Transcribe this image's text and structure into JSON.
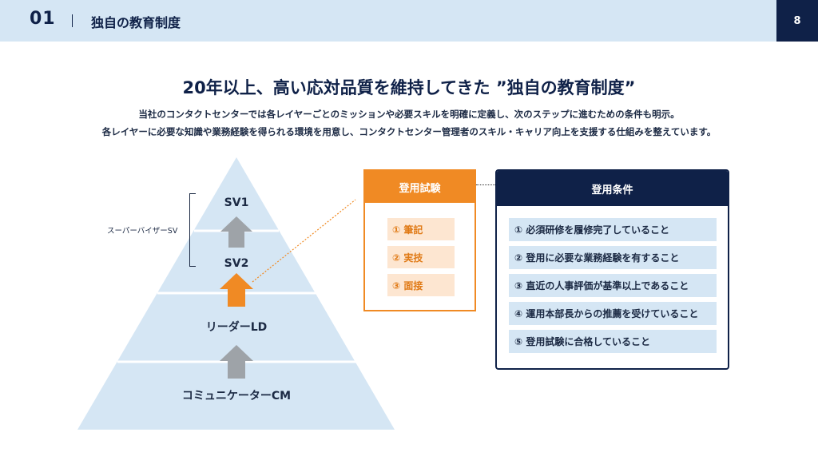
{
  "header": {
    "section_number": "01",
    "section_title": "独自の教育制度",
    "page_number": "8"
  },
  "title": "20年以上、高い応対品質を維持してきた ”独自の教育制度”",
  "lead": [
    "当社のコンタクトセンターでは各レイヤーごとのミッションや必要スキルを明確に定義し、次のステップに進むための条件も明示。",
    "各レイヤーに必要な知識や業務経験を得られる環境を用意し、コンタクトセンター管理者のスキル・キャリア向上を支援する仕組みを整えています。"
  ],
  "pyramid": {
    "levels": [
      "SV1",
      "SV2",
      "リーダーLD",
      "コミュニケーターCM"
    ],
    "bracket_label": "スーパーバイザーSV"
  },
  "exam": {
    "title": "登用試験",
    "items": [
      "① 筆記",
      "② 実技",
      "③ 面接"
    ]
  },
  "conditions": {
    "title": "登用条件",
    "items": [
      "① 必須研修を履修完了していること",
      "② 登用に必要な業務経験を有すること",
      "③ 直近の人事評価が基準以上であること",
      "④ 運用本部長からの推薦を受けていること",
      "⑤ 登用試験に合格していること"
    ]
  },
  "colors": {
    "navy": "#0f2148",
    "light_blue": "#d5e6f4",
    "orange": "#f08a24",
    "light_orange": "#fde6d1",
    "gray_arrow": "#9ea3a8"
  }
}
